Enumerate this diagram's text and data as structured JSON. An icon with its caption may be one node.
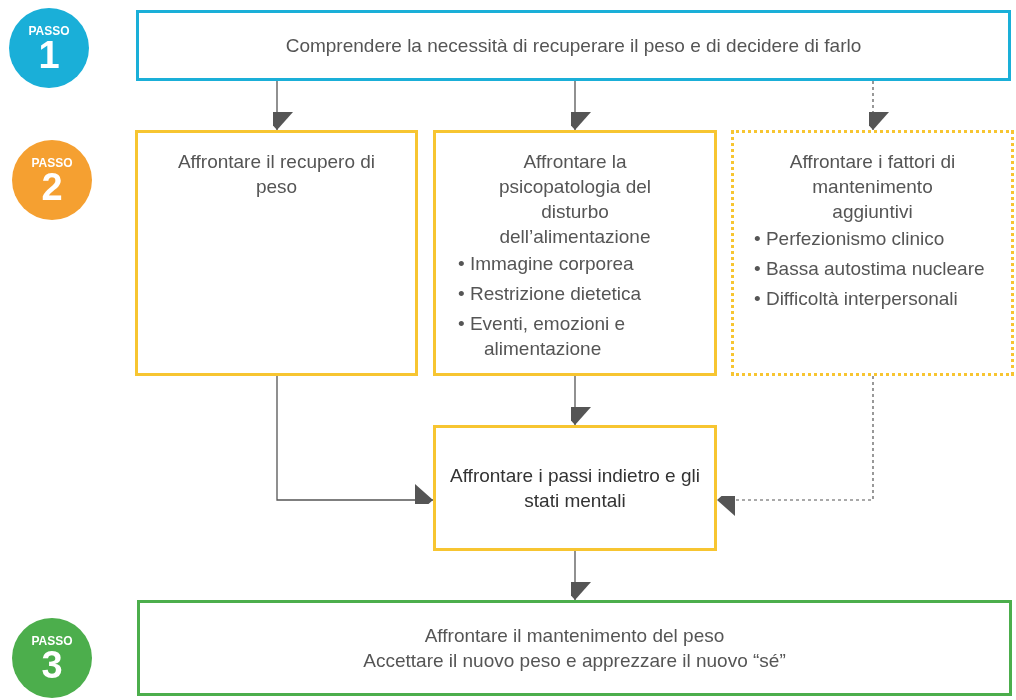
{
  "diagram": {
    "nodes": [
      {
        "text": [
          "PASSO",
          "1"
        ]
      },
      {
        "text": [
          "Comprendere la necessità di recuperare il peso e di decidere di farlo"
        ]
      },
      {
        "text": [
          "PASSO",
          "2"
        ]
      },
      {
        "text": [
          "Affrontare il recupero di peso"
        ]
      },
      {
        "text": [
          "Affrontare la psicopatologia del disturbo dell’alimentazione",
          "• Immagine corporea",
          "• Restrizione dietetica",
          "• Eventi, emozioni e alimentazione"
        ]
      },
      {
        "text": [
          "Affrontare i fattori di mantenimento aggiuntivi",
          "• Perfezionismo clinico",
          "• Bassa autostima nucleare",
          "• Difficoltà interpersonali"
        ]
      },
      {
        "text": [
          "Affrontare i passi indietro e gli stati mentali"
        ]
      },
      {
        "text": [
          "PASSO",
          "3"
        ]
      },
      {
        "text": [
          "Affrontare il mantenimento del peso",
          "Accettare il nuovo peso e apprezzare il nuovo “sé”"
        ]
      }
    ],
    "edges": [
      {
        "from": 1,
        "to": 3,
        "arrow": "to"
      },
      {
        "from": 1,
        "to": 4,
        "arrow": "to"
      },
      {
        "from": 1,
        "to": 5,
        "arrow": "to",
        "style": "dashed"
      },
      {
        "from": 3,
        "to": 6,
        "arrow": "to"
      },
      {
        "from": 4,
        "to": 6,
        "arrow": "to"
      },
      {
        "from": 5,
        "to": 6,
        "arrow": "to",
        "style": "dashed"
      },
      {
        "from": 6,
        "to": 8,
        "arrow": "to"
      }
    ]
  }
}
